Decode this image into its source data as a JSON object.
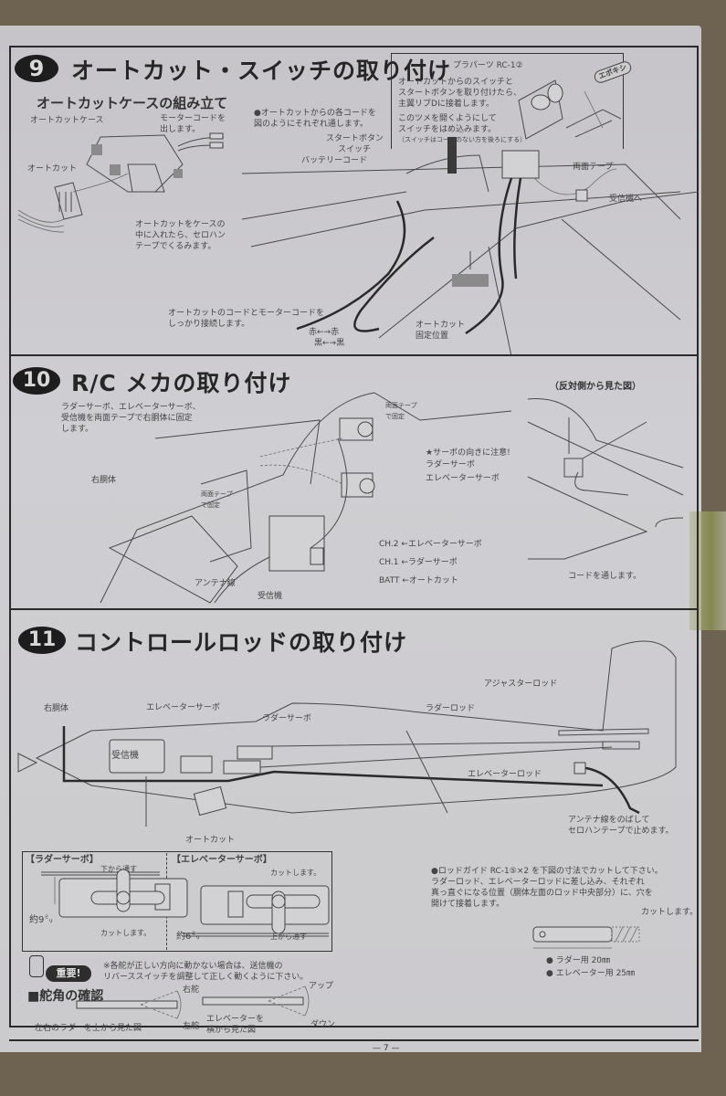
{
  "page": {
    "page_number_text": "— 7 —"
  },
  "step9": {
    "number": "9",
    "title": "オートカット・スイッチの取り付け",
    "subtitle": "オートカットケースの組み立て",
    "labels": {
      "autocut_case": "オートカットケース",
      "motor_code": [
        "モーターコードを",
        "出します。"
      ],
      "autocut": "オートカット",
      "case_note": [
        "オートカットをケースの",
        "中に入れたら、セロハン",
        "テープでくるみます。"
      ],
      "route_note": [
        "●オートカットからの各コードを",
        "図のようにそれぞれ通します。"
      ],
      "start_button": "スタートボタン",
      "switch": "スイッチ",
      "battery_code": "バッテリーコード",
      "double_tape": "両面テープ",
      "to_receiver": "受信機へ",
      "connect_note": [
        "オートカットのコードとモーターコードを",
        "しっかり接続します。"
      ],
      "red": "赤←→赤",
      "black": "黒←→黒",
      "autocut_pos": [
        "オートカット",
        "固定位置"
      ]
    },
    "inset": {
      "part": "プラパーツ RC-1②",
      "note1": [
        "オートカットからのスイッチと",
        "スタートボタンを取り付けたら、",
        "主翼リブDに接着します。"
      ],
      "note2": [
        "このツメを開くようにして",
        "スイッチをはめ込みます。"
      ],
      "note3": "（スイッチはコードのない方を後ろにする）",
      "epoxy": "エポキシ"
    }
  },
  "step10": {
    "number": "10",
    "title": "R/C メカの取り付け",
    "note": [
      "ラダーサーボ、エレベーターサーボ、",
      "受信機を両面テープで右胴体に固定",
      "します。"
    ],
    "labels": {
      "right_fuselage": "右胴体",
      "double_tape_fix_1": [
        "両面テープ",
        "で固定"
      ],
      "double_tape_fix_2": [
        "両面テープ",
        "で固定"
      ],
      "servo_direction": "★サーボの向きに注意!",
      "rudder_servo": "ラダーサーボ",
      "elevator_servo": "エレベーターサーボ",
      "ch2": "CH.2 ←エレベーターサーボ",
      "ch1": "CH.1 ←ラダーサーボ",
      "batt": "BATT ←オートカット",
      "antenna": "アンテナ線",
      "receiver": "受信機"
    },
    "opposite_view": {
      "title": "（反対側から見た図）",
      "code_note": "コードを通します。"
    }
  },
  "step11": {
    "number": "11",
    "title": "コントロールロッドの取り付け",
    "labels": {
      "right_fuselage": "右胴体",
      "elevator_servo": "エレベーターサーボ",
      "rudder_servo": "ラダーサーボ",
      "rudder_rod": "ラダーロッド",
      "adjuster_rod": "アジャスターロッド",
      "elevator_rod": "エレベーターロッド",
      "receiver": "受信機",
      "autocut": "オートカット",
      "antenna_note": [
        "アンテナ線をのばして",
        "セロハンテープで止めます。"
      ]
    },
    "servo_box": {
      "rudder_title": "【ラダーサーボ】",
      "rudder_through": "下から通す",
      "rudder_cut": "カットします。",
      "rudder_dim": "約9㍉",
      "elevator_title": "【エレベーターサーボ】",
      "elevator_cut": "カットします。",
      "elevator_through": "上から通す",
      "elevator_dim": "約6㍉"
    },
    "rod_guide": {
      "note": [
        "●ロッドガイド RC-1⑤×2 を下図の寸法でカットして下さい。",
        "ラダーロッド、エレベーターロッドに差し込み、それぞれ",
        "真っ直ぐになる位置（胴体左面のロッド中央部分）に、穴を",
        "開けて接着します。"
      ],
      "cut": "カットします。",
      "rudder_len": "● ラダー用 20㎜",
      "elevator_len": "● エレベーター用 25㎜"
    },
    "important": {
      "badge": "重要!",
      "note": [
        "※各舵が正しい方向に動かない場合は、送信機の",
        "リバーススイッチを調整して正しく動くように下さい。"
      ],
      "heading": "■舵角の確認",
      "right_rudder": "右舵",
      "left_rudder": "左舵",
      "rudder_view": "左右のラダーを上から見た図",
      "up": "アップ",
      "down": "ダウン",
      "elevator_view": [
        "エレベーターを",
        "横から見た図"
      ]
    }
  }
}
